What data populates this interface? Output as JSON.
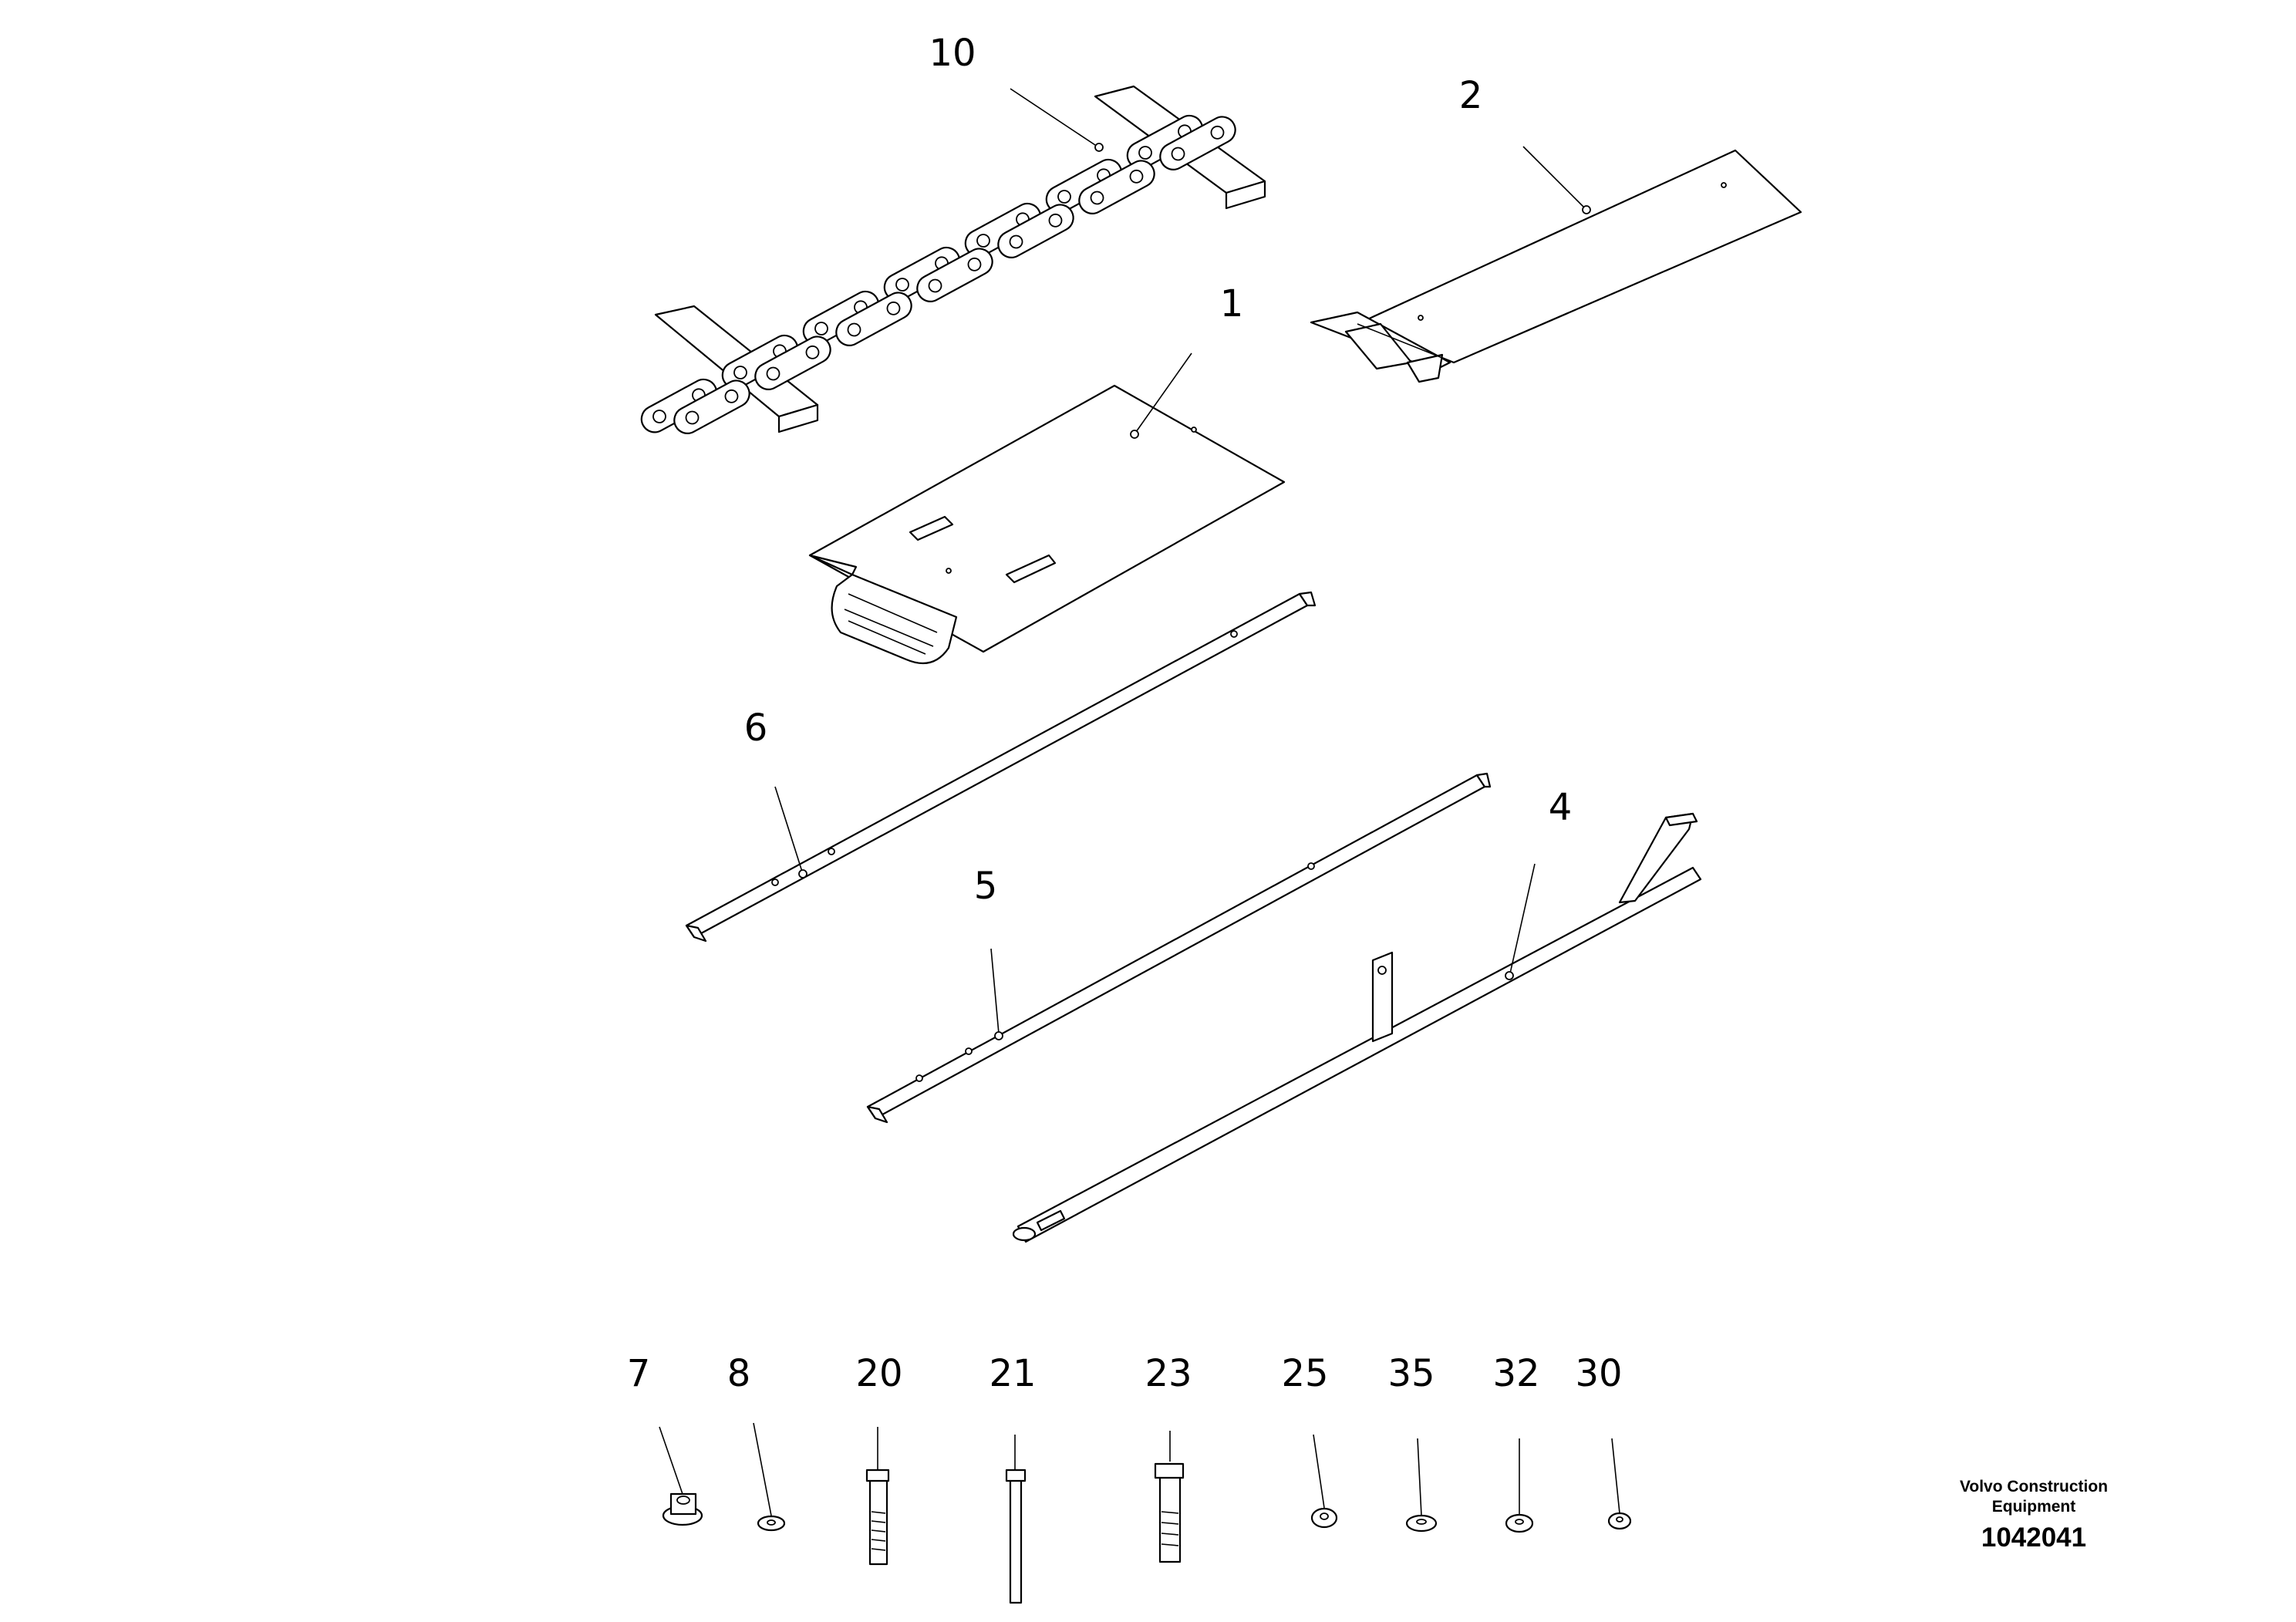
{
  "callouts": {
    "p10": "10",
    "p2": "2",
    "p1": "1",
    "p6": "6",
    "p5": "5",
    "p4": "4",
    "p7": "7",
    "p8": "8",
    "p20": "20",
    "p21": "21",
    "p23": "23",
    "p25": "25",
    "p35": "35",
    "p32": "32",
    "p30": "30"
  },
  "title_block": {
    "brand_line1": "Volvo Construction",
    "brand_line2": "Equipment",
    "drawing_number": "1042041"
  }
}
